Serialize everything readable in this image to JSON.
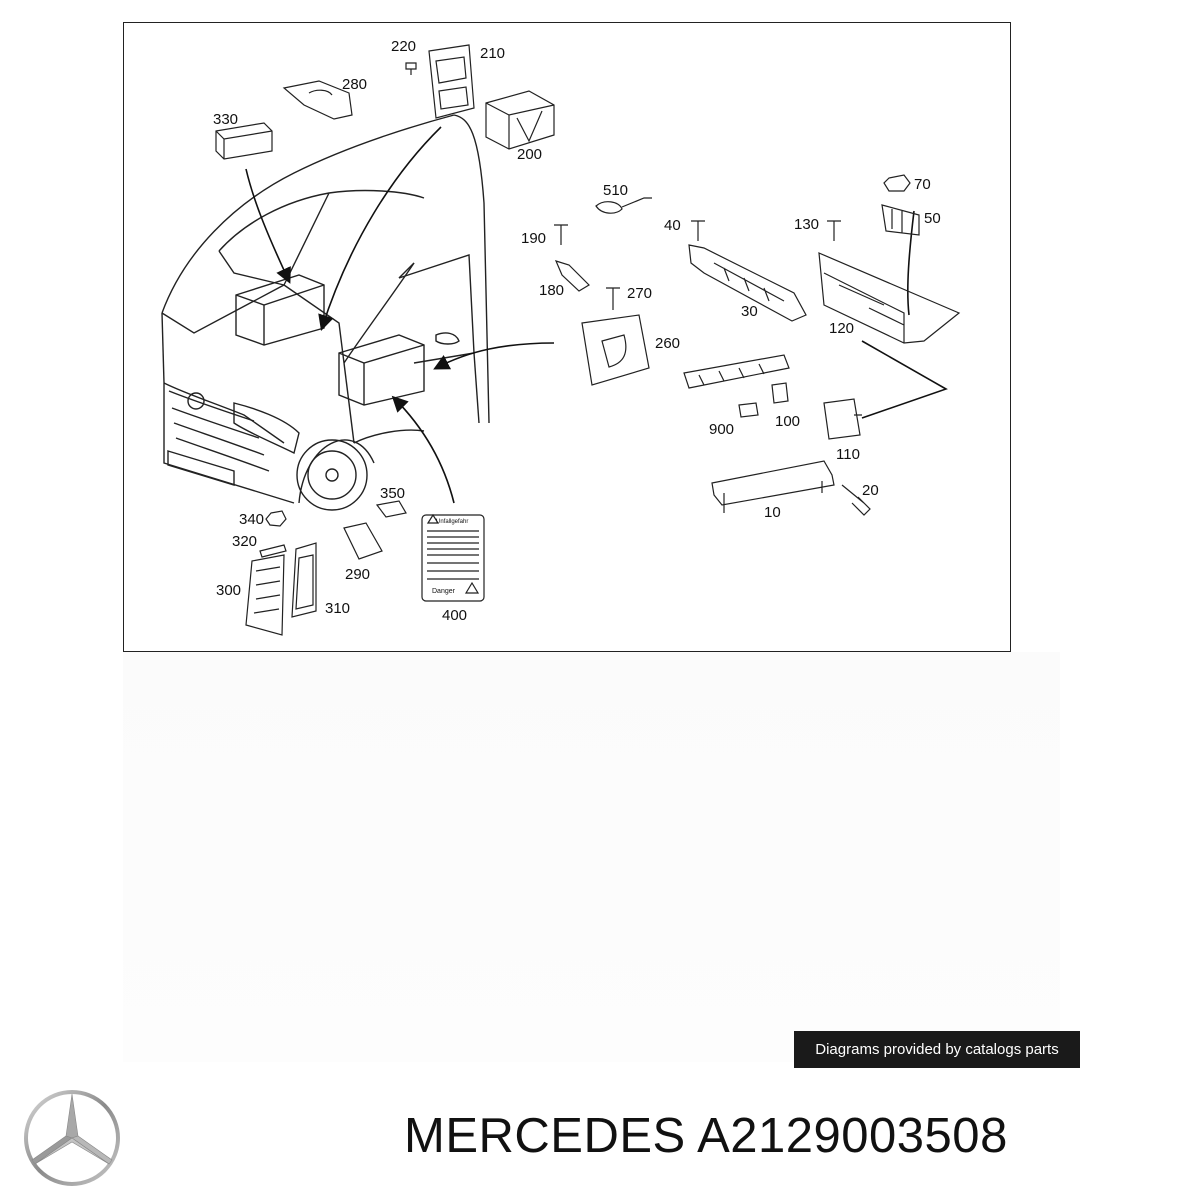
{
  "diagram": {
    "callouts": [
      "220",
      "210",
      "280",
      "330",
      "200",
      "510",
      "70",
      "190",
      "40",
      "130",
      "50",
      "180",
      "270",
      "30",
      "120",
      "260",
      "900",
      "100",
      "110",
      "20",
      "10",
      "340",
      "350",
      "320",
      "290",
      "300",
      "310",
      "400"
    ],
    "sticker": {
      "heading": "Unfallgefahr",
      "footer": "Danger"
    }
  },
  "credit": {
    "text": "Diagrams provided by catalogs parts"
  },
  "brand": {
    "logo_icon": "mercedes-star-icon",
    "title": "MERCEDES A2129003508"
  }
}
